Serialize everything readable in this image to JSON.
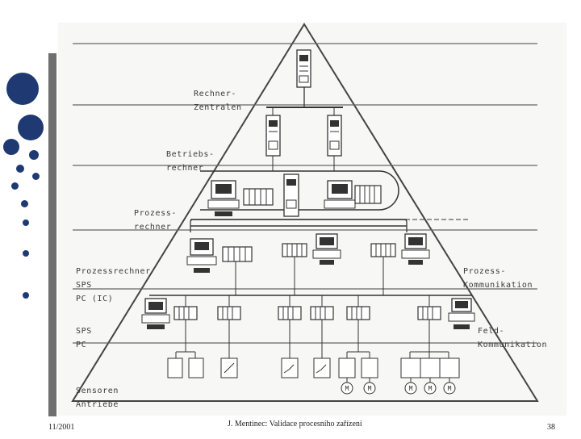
{
  "levels": {
    "l1": [
      "Rechner-",
      "Zentralen"
    ],
    "l2": [
      "Betriebs-",
      "rechner"
    ],
    "l3": [
      "Prozess-",
      "rechner"
    ],
    "l4": [
      "Prozessrechner",
      "SPS",
      "PC (IC)"
    ],
    "l4_right": [
      "Prozess-",
      "Kommunikation"
    ],
    "l5": [
      "SPS",
      "PC"
    ],
    "l5_right": [
      "Feld-",
      "Kommunikation"
    ],
    "l6": [
      "Sensoren",
      "Antriebe"
    ]
  },
  "motor_label": "M",
  "footer": {
    "date": "11/2001",
    "title": "J. Mentinec: Validace procesního zařízení",
    "page": "38"
  },
  "colors": {
    "dots": "#1f3a73",
    "ink": "#3a3a3a"
  }
}
